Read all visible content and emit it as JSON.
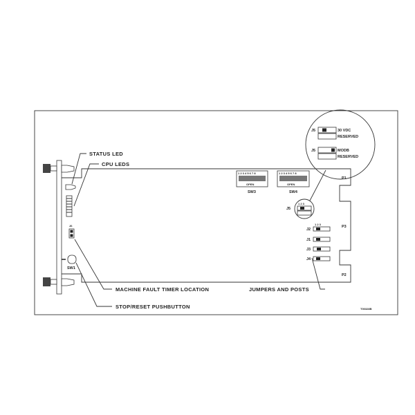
{
  "callouts": {
    "status_led": "STATUS LED",
    "cpu_leds": "CPU LEDS",
    "machine_fault_timer": "MACHINE FAULT TIMER LOCATION",
    "stop_reset": "STOP/RESET PUSHBUTTON",
    "jumpers_posts": "JUMPERS AND POSTS"
  },
  "components": {
    "j6": "J6",
    "sw1": "SW1",
    "sw3": "SW3",
    "sw4": "SW4",
    "open": "OPEN",
    "switch_numbers": "1 2 3 4 5 6 7 8",
    "j5": "J5",
    "j2": "J2",
    "j1": "J1",
    "j3": "J3",
    "j4": "J4",
    "pin_numbers": "1 2 3",
    "p1": "P1",
    "p2": "P2",
    "p3": "P3"
  },
  "detail": {
    "row1_label": "30 VDC",
    "row2_label": "RESERVED",
    "row3_label": "MODB",
    "row4_label": "RESERVED"
  },
  "figure_id": "T00328B"
}
